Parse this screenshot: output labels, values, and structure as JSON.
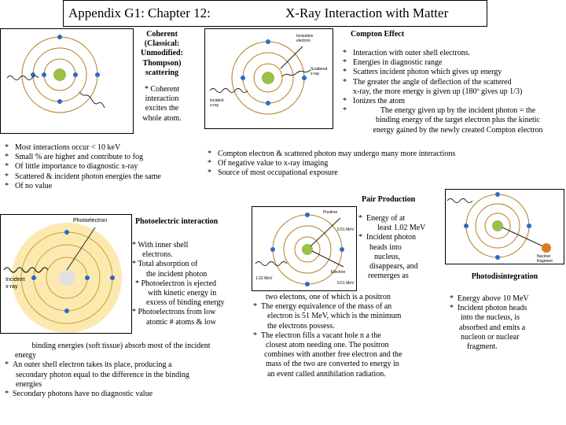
{
  "title": {
    "left": "Appendix G1: Chapter 12:",
    "right": "X-Ray Interaction with Matter"
  },
  "coherent": {
    "heading": [
      "Coherent",
      "(Classical:",
      "Unmodified:",
      "Thompson)",
      "scattering"
    ],
    "desc": [
      "* Coherent",
      "interaction",
      "excites the",
      "whole atom."
    ],
    "bullets": [
      "Most interactions occur < 10 keV",
      "Small % are higher and contribute to fog",
      "Of little importance to diagnostic x-ray",
      "Scattered & incident photon energies the same",
      "Of no value"
    ]
  },
  "compton": {
    "heading": "Compton Effect",
    "bullets": [
      "Interaction with outer shell electrons.",
      "Energies in diagnostic range",
      "Scatters incident photon which gives up energy"
    ],
    "b4": [
      "The greater the angle of deflection of the scattered",
      "x-ray, the more energy is given up (180º gives up 1/3)"
    ],
    "b5": "Ionizes the atom",
    "b6": [
      "The energy given up by the incident photon = the",
      "binding energy of the target electron plus the kinetic",
      "energy gained by the newly created Compton electron"
    ],
    "bullets2": [
      "Compton electron & scattered photon may undergo many more interactions",
      "Of negative value to x-ray imaging",
      "Source of most occupational exposure"
    ]
  },
  "photoelectric": {
    "heading": "Photoelectric interaction",
    "b1": [
      "With inner shell",
      "electrons."
    ],
    "b2": [
      "Total absorption of",
      "the incident photon"
    ],
    "b3": [
      "Photoelectron is ejected",
      "with kinetic energy in",
      "excess of binding energy"
    ],
    "b4": [
      "Photoelectrons from low",
      "atomic # atoms & low",
      "binding energies (soft tissue) absorb most of the incident",
      "energy"
    ],
    "b5": [
      "An outer shell electron takes its place, producing a",
      "secondary photon equal to the difference in the binding",
      "energies"
    ],
    "b6": "Secondary photons have  no diagnostic value"
  },
  "pair": {
    "heading": "Pair Production",
    "b1": [
      "Energy of at",
      "least 1.02 MeV"
    ],
    "b2": [
      "Incident photon",
      "heads into",
      "nucleus,",
      "disappears, and",
      "reemerges as"
    ],
    "b2cont": "two electons, one of which is a positron",
    "b3": [
      "The energy equivalence of the mass of an",
      "electron is 51 MeV, which is the minimum",
      "the electrons possess."
    ],
    "b4": [
      "The electron  fills a vacant hole n a the",
      "closest atom needing one. The positron",
      "combines with another free electron and the",
      "mass of the two are converted to energy in",
      "an event called annihilation radiation."
    ]
  },
  "photodis": {
    "heading": "Photodisintegration",
    "b1": "Energy above 10 MeV",
    "b2": [
      "Incident photon heads",
      "into the nucleus, is",
      "absorbed and emits a",
      "nucleon or nuclear",
      "fragment."
    ]
  },
  "figure_labels": {
    "compton": [
      "Ionization",
      "electron",
      "Scattered",
      "x-ray",
      "Incident",
      "x-ray"
    ],
    "photo": [
      "Photoelectron",
      "Incident",
      "x-ray"
    ],
    "pair": [
      "Positron",
      "Electron",
      "1.02 MeV",
      "0.51 MeV",
      "0.51 MeV"
    ],
    "photodis": [
      "Nuclear",
      "fragment"
    ]
  }
}
